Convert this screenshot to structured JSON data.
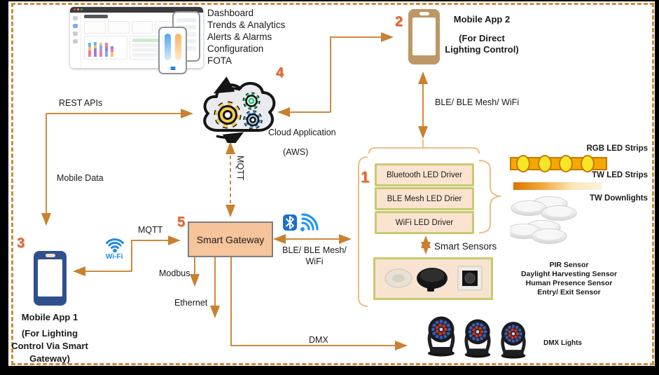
{
  "numbers": {
    "drivers": "1",
    "mobile2": "2",
    "mobile1": "3",
    "cloud": "4",
    "gateway": "5"
  },
  "features": [
    "Dashboard",
    "Trends & Analytics",
    "Alerts & Alarms",
    "Configuration",
    "FOTA"
  ],
  "cloud": {
    "line1": "Cloud Application",
    "line2": "(AWS)"
  },
  "mobile_app_2": {
    "title": "Mobile App 2",
    "sub1": "(For Direct",
    "sub2": "Lighting Control)"
  },
  "mobile_app_1": {
    "title": "Mobile App 1",
    "sub1": "(For Lighting",
    "sub2": "Control Via Smart",
    "sub3": "Gateway)"
  },
  "gateway_label": "Smart Gateway",
  "labels": {
    "rest_apis": "REST APIs",
    "mobile_data": "Mobile Data",
    "mqtt_vertical": "MQTT",
    "mqtt_gateway": "MQTT",
    "wifi": "Wi-Fi",
    "ble_top": "BLE/ BLE Mesh/ WiFi",
    "ble_gw1": "BLE/ BLE Mesh/",
    "ble_gw2": "WiFi",
    "modbus": "Modbus",
    "ethernet": "Ethernet",
    "dmx": "DMX",
    "smart_sensors": "Smart Sensors"
  },
  "drivers": [
    "Bluetooth LED Driver",
    "BLE  Mesh LED Drier",
    "WiFi LED Driver"
  ],
  "right_column": {
    "rgb": "RGB LED Strips",
    "tw_strips": "TW LED Strips",
    "tw_downlights": "TW Downlights",
    "sensors": [
      "PIR Sensor",
      "Daylight Harvesting Sensor",
      "Human Presence Sensor",
      "Entry/ Exit Sensor"
    ],
    "dmx_lights": "DMX Lights"
  },
  "colors": {
    "arrow": "#CE8A3D",
    "bracket": "#EDBE84",
    "number": "#E8632C",
    "gateway_fill": "#F5C49B",
    "gateway_border": "#7F7F7F",
    "driver_fill": "#FBE3D0",
    "driver_border": "#C6CA70",
    "phone1": "#30508D",
    "phone2": "#BD9765",
    "wifi_blue": "#1E88E5",
    "bluetooth_blue": "#1B6FD0",
    "signal_blue": "#2196F3",
    "strip_orange": "#F5A800",
    "strip_border": "#C87800",
    "led_yellow": "#F5E626"
  },
  "icons": {
    "cloud-gears-icon": "cloud with three gears and sync arrows",
    "wifi-icon": "wifi arcs with dot",
    "bluetooth-icon": "bluetooth rune in rounded blue square",
    "signal-waves-icon": "radio signal waves",
    "smartphone-icon": "phone outline with notch",
    "downlight-icon": "round ceiling panel light",
    "dmx-fixture-icon": "moving head stage light"
  }
}
